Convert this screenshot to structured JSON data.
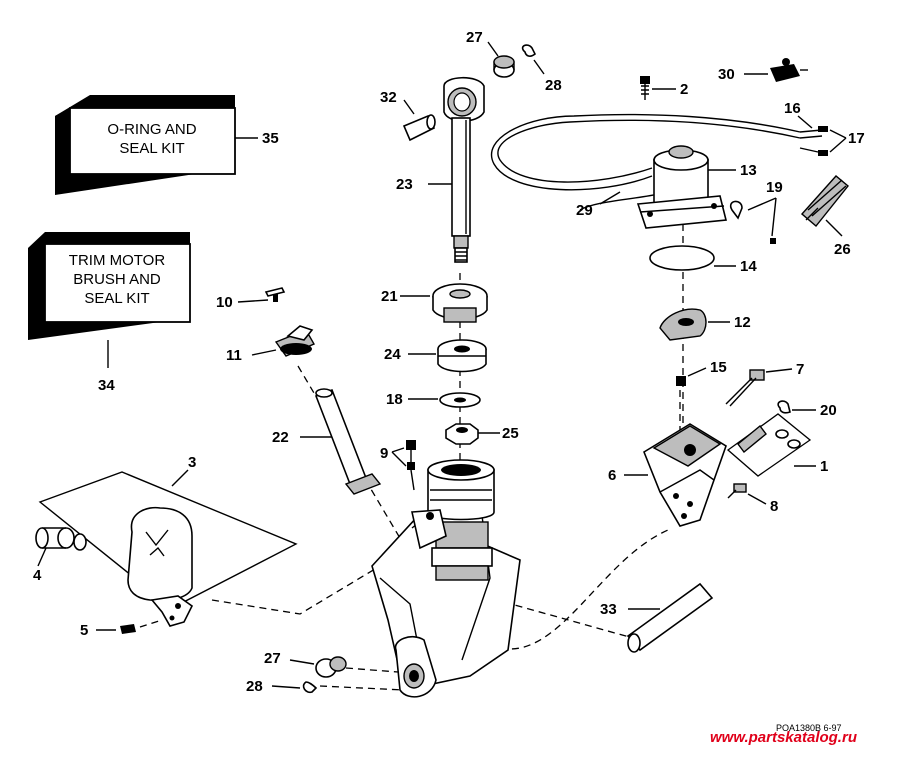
{
  "kits": {
    "oring_line1": "O-RING AND",
    "oring_line2": "SEAL KIT",
    "trim_line1": "TRIM MOTOR",
    "trim_line2": "BRUSH AND",
    "trim_line3": "SEAL KIT"
  },
  "callouts": {
    "p1": "1",
    "p2": "2",
    "p3": "3",
    "p4": "4",
    "p5": "5",
    "p6": "6",
    "p7": "7",
    "p8": "8",
    "p9": "9",
    "p10": "10",
    "p11": "11",
    "p12": "12",
    "p13": "13",
    "p14": "14",
    "p15": "15",
    "p16": "16",
    "p17": "17",
    "p18": "18",
    "p19": "19",
    "p20": "20",
    "p21": "21",
    "p22": "22",
    "p23": "23",
    "p24": "24",
    "p25": "25",
    "p26": "26",
    "p27a": "27",
    "p27b": "27",
    "p28a": "28",
    "p28b": "28",
    "p29": "29",
    "p30": "30",
    "p32": "32",
    "p33": "33",
    "p34": "34",
    "p35": "35"
  },
  "reference_code": "POA1380B 6-97",
  "watermark": "www.partskatalog.ru"
}
